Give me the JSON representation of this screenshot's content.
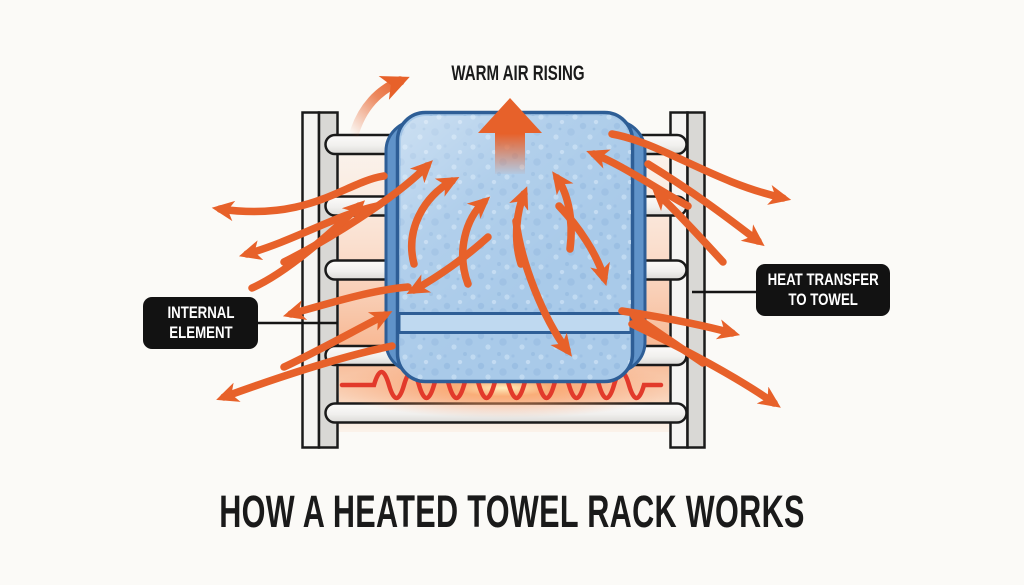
{
  "diagram": {
    "title": "HOW A HEATED TOWEL RACK WORKS",
    "annotations": {
      "warm_air_label": "WARM AIR RISING",
      "internal_element": {
        "line1": "INTERNAL",
        "line2": "ELEMENT"
      },
      "heat_transfer": {
        "line1": "HEAT TRANSFER",
        "line2": "TO TOWEL"
      }
    }
  },
  "colors": {
    "background": "#FBFAF7",
    "arrow-orange": "#E7612A",
    "towel-blue": "#A9CAE9",
    "towel-blue-dark": "#6093C9",
    "towel-border": "#2E5E96",
    "towel-band": "#BFD9F0",
    "rack-outline": "#1A1A1A",
    "rack-fill-light": "#F5F4F2",
    "rack-fill-gray": "#D9D8D5",
    "rung-fill": "#F1F0EE",
    "glow-peach": "#F7A36E",
    "element-red": "#E23A2B",
    "element-glow": "#FFF0BE",
    "label-bg": "#121212",
    "label-text": "#FFFFFF",
    "title-text": "#1A1A1A"
  }
}
